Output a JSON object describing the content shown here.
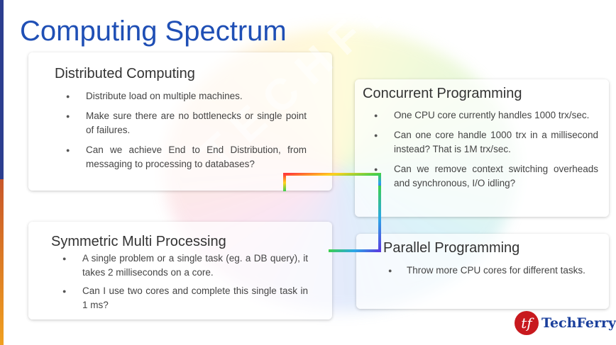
{
  "slide": {
    "title": "Computing Spectrum",
    "watermark": "TECHFERRY"
  },
  "sections": {
    "distributed": {
      "heading": "Distributed Computing",
      "bullets": [
        "Distribute load on multiple machines.",
        "Make sure there are no bottlenecks or single point of failures.",
        "Can we achieve End to End Distribution, from messaging to processing to databases?"
      ]
    },
    "concurrent": {
      "heading": "Concurrent Programming",
      "bullets": [
        "One CPU core currently handles 1000 trx/sec.",
        "Can one core handle 1000 trx in a millisecond instead? That is 1M trx/sec.",
        "Can we remove context switching overheads and synchronous, I/O idling?"
      ]
    },
    "symmetric": {
      "heading": "Symmetric Multi Processing",
      "bullets": [
        "A single problem or a single task (eg. a DB query), it takes 2 milliseconds on a core.",
        "Can I use two cores and complete this single task in 1 ms?"
      ]
    },
    "parallel": {
      "heading": "Parallel Programming",
      "bullets": [
        "Throw more CPU cores for different tasks."
      ]
    }
  },
  "logo": {
    "mark": "tf",
    "name": "TechFerry",
    "brand_color": "#c8191e",
    "text_color": "#1a3f9c"
  },
  "colors": {
    "title": "#1f4fb5",
    "stripe_top": "#2c3e8f",
    "stripe_bottom": "#f0a020"
  }
}
